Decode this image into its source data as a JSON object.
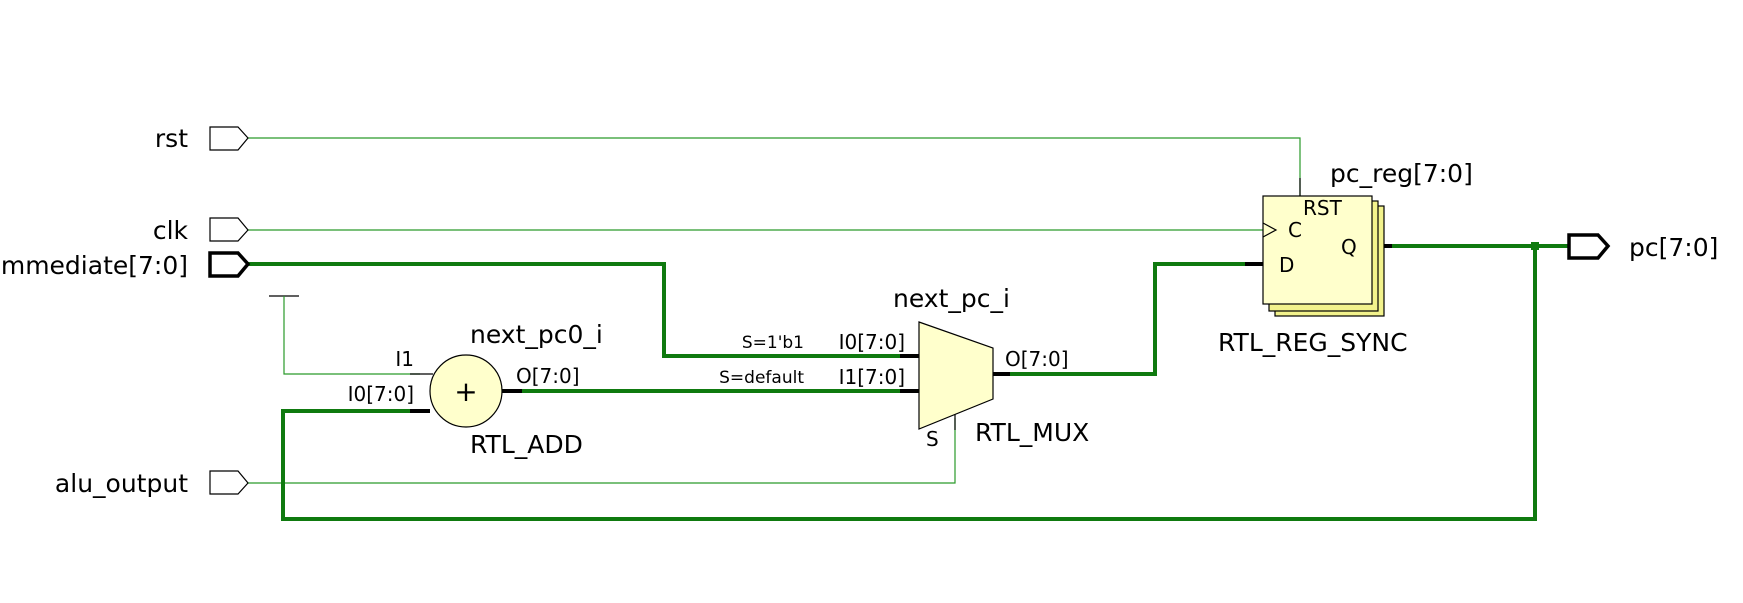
{
  "ports": {
    "rst": "rst",
    "clk": "clk",
    "immediate": "mmediate[7:0]",
    "alu_output": "alu_output",
    "pc": "pc[7:0]"
  },
  "adder": {
    "instance": "next_pc0_i",
    "type": "RTL_ADD",
    "symbol": "+",
    "pin_i1": "I1",
    "pin_i0": "I0[7:0]",
    "pin_o": "O[7:0]"
  },
  "mux": {
    "instance": "next_pc_i",
    "type": "RTL_MUX",
    "pin_i0": "I0[7:0]",
    "pin_i1": "I1[7:0]",
    "pin_o": "O[7:0]",
    "pin_s": "S",
    "cond_i0": "S=1'b1",
    "cond_i1": "S=default"
  },
  "register": {
    "instance": "pc_reg[7:0]",
    "type": "RTL_REG_SYNC",
    "pin_rst": "RST",
    "pin_c": "C",
    "pin_d": "D",
    "pin_q": "Q"
  },
  "colors": {
    "net": "#2a9a2a",
    "bus": "#0f7a0f",
    "cell_fill": "#ffffcc"
  }
}
